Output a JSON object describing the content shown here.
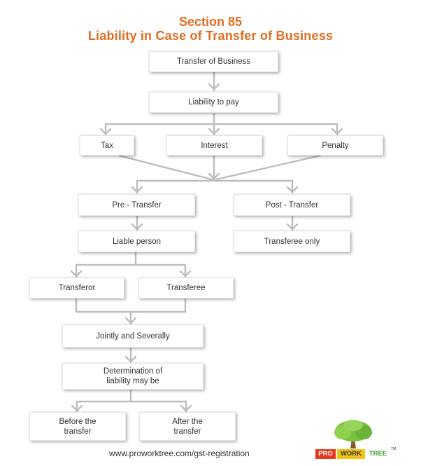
{
  "header": {
    "line1": "Section 85",
    "line2": "Liability in Case of Transfer of Business"
  },
  "nodes": {
    "transfer_of_business": "Transfer of Business",
    "liability_to_pay": "Liability to pay",
    "tax": "Tax",
    "interest": "Interest",
    "penalty": "Penalty",
    "pre_transfer": "Pre - Transfer",
    "post_transfer": "Post - Transfer",
    "liable_person": "Liable person",
    "transferee_only": "Transferee only",
    "transferor": "Transferor",
    "transferee": "Transferee",
    "jointly_severally": "Jointly and Severally",
    "determination": "Determination of liability may be",
    "before_transfer": "Before the transfer",
    "after_transfer": "After the transfer"
  },
  "footer": {
    "url": "www.proworktree.com/gst-registration"
  },
  "logo": {
    "pro": "PRO",
    "work": "WORK",
    "tree": "TREE",
    "tm": "TM"
  },
  "colors": {
    "title": "#e36c1d",
    "connector": "#bdbdbd",
    "box_border": "#e6e6e6"
  }
}
